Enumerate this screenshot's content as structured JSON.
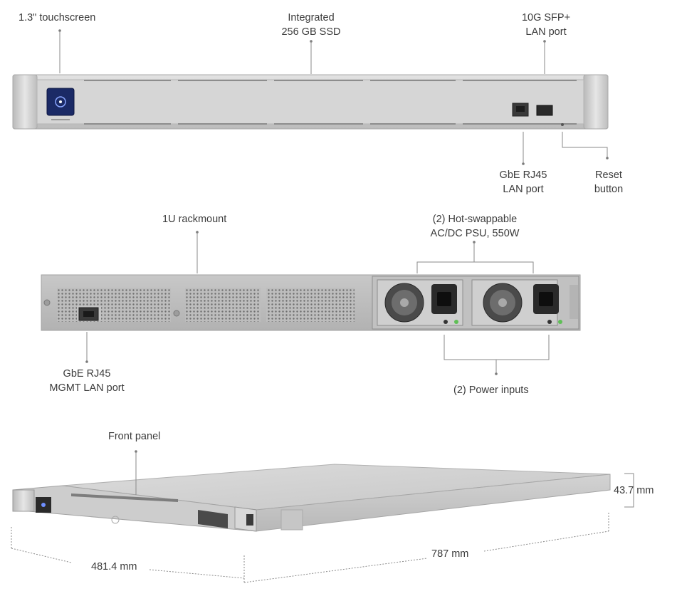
{
  "front": {
    "touchscreen": "1.3\" touchscreen",
    "ssd_line1": "Integrated",
    "ssd_line2": "256 GB SSD",
    "sfp_line1": "10G SFP+",
    "sfp_line2": "LAN port",
    "rj45_line1": "GbE RJ45",
    "rj45_line2": "LAN port",
    "reset_line1": "Reset",
    "reset_line2": "button"
  },
  "rear": {
    "rackmount": "1U rackmount",
    "psu_line1": "(2) Hot-swappable",
    "psu_line2": "AC/DC PSU, 550W",
    "mgmt_line1": "GbE RJ45",
    "mgmt_line2": "MGMT LAN port",
    "power_inputs": "(2) Power inputs"
  },
  "iso": {
    "front_panel": "Front panel",
    "height": "43.7 mm",
    "width": "481.4 mm",
    "depth": "787 mm"
  },
  "colors": {
    "chassis": "#c9c9c9",
    "chassis_dark": "#9a9a9a",
    "screen": "#1b2a66",
    "leader": "#8a8a8a"
  }
}
